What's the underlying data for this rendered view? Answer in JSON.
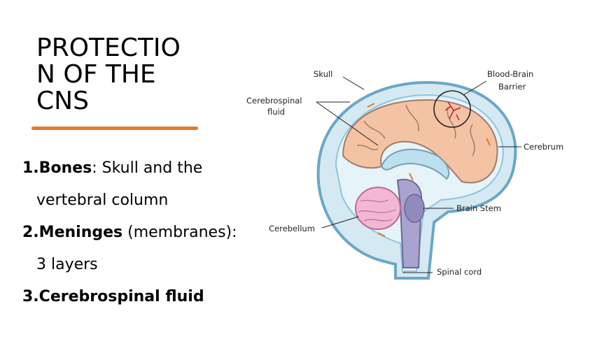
{
  "title": "PROTECTIO\nN OF THE\nCNS",
  "accent_color": "#e07b30",
  "items": [
    {
      "num": "1.",
      "bold": "Bones",
      "rest": ": Skull and the",
      "cont": "vertebral column"
    },
    {
      "num": "2.",
      "bold": "Meninges",
      "rest": " (membranes):",
      "cont": "3 layers"
    },
    {
      "num": "3.",
      "bold": "Cerebrospinal fluid",
      "rest": "",
      "cont": ""
    }
  ],
  "diagram": {
    "labels": {
      "skull": "Skull",
      "csf_line1": "Cerebrospinal",
      "csf_line2": "fluid",
      "bbb_line1": "Blood-Brain",
      "bbb_line2": "Barrier",
      "cerebrum": "Cerebrum",
      "brain_stem": "Brain Stem",
      "cerebellum": "Cerebellum",
      "spinal_cord": "Spinal cord"
    }
  }
}
